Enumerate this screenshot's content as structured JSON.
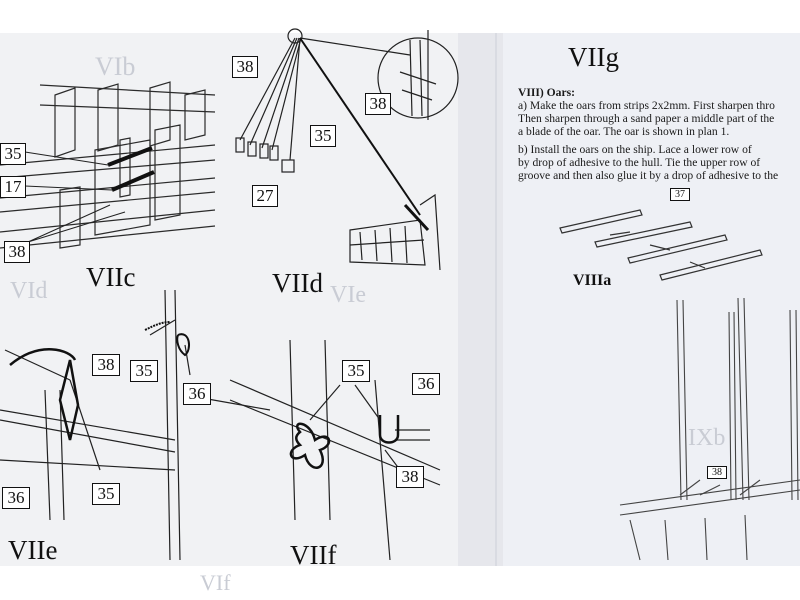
{
  "figures": {
    "vii_c": "VIIc",
    "vii_d": "VIId",
    "vii_e": "VIIe",
    "vii_f": "VIIf",
    "vii_g": "VIIg",
    "viii_a": "VIIIa"
  },
  "callouts": {
    "c35": "35",
    "c17": "17",
    "c38_c": "38",
    "d38_top": "38",
    "d38_right": "38",
    "d35": "35",
    "d27": "27",
    "e38": "38",
    "e35_top": "35",
    "e36_right": "36",
    "e36_bottom": "36",
    "e35_bottom": "35",
    "f35": "35",
    "f36": "36",
    "f38": "38",
    "g37": "37",
    "g38": "38"
  },
  "text": {
    "heading": "VIII) Oars:",
    "line_a": "a) Make the oars from strips 2x2mm. First sharpen thro",
    "line_a2": "Then sharpen through a sand paper a middle part of the",
    "line_a3": "a blade of the oar. The oar is shown in plan 1.",
    "line_b": "b) Install the oars on the ship. Lace a lower row of",
    "line_b2": "by drop of adhesive to the hull. Tie the upper row of",
    "line_b3": "groove and then also glue it by a drop of adhesive to the"
  },
  "colors": {
    "paper_left": "#f2f3f5",
    "paper_right": "#eef0f6",
    "ink": "#111111",
    "background": "#ffffff"
  }
}
